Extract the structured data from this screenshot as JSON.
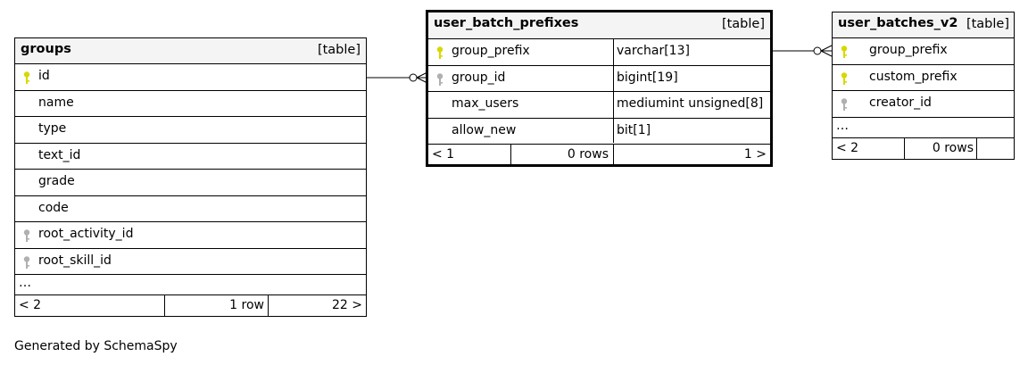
{
  "tables": {
    "groups": {
      "name": "groups",
      "kind": "[table]",
      "columns": [
        {
          "name": "id",
          "key": "primary-key-icon"
        },
        {
          "name": "name",
          "key": ""
        },
        {
          "name": "type",
          "key": ""
        },
        {
          "name": "text_id",
          "key": ""
        },
        {
          "name": "grade",
          "key": ""
        },
        {
          "name": "code",
          "key": ""
        },
        {
          "name": "root_activity_id",
          "key": "foreign-key-icon"
        },
        {
          "name": "root_skill_id",
          "key": "foreign-key-icon"
        }
      ],
      "ellipsis": "…",
      "footer": {
        "parents": "< 2",
        "rows": "1 row",
        "children": "22 >"
      }
    },
    "user_batch_prefixes": {
      "name": "user_batch_prefixes",
      "kind": "[table]",
      "columns": [
        {
          "name": "group_prefix",
          "type": "varchar[13]",
          "key": "primary-key-icon"
        },
        {
          "name": "group_id",
          "type": "bigint[19]",
          "key": "foreign-key-icon"
        },
        {
          "name": "max_users",
          "type": "mediumint unsigned[8]",
          "key": ""
        },
        {
          "name": "allow_new",
          "type": "bit[1]",
          "key": ""
        }
      ],
      "footer": {
        "parents": "< 1",
        "rows": "0 rows",
        "children": "1 >"
      }
    },
    "user_batches_v2": {
      "name": "user_batches_v2",
      "kind": "[table]",
      "columns": [
        {
          "name": "group_prefix",
          "key": "primary-key-icon"
        },
        {
          "name": "custom_prefix",
          "key": "primary-key-icon"
        },
        {
          "name": "creator_id",
          "key": "foreign-key-icon"
        }
      ],
      "ellipsis": "…",
      "footer": {
        "parents": "< 2",
        "rows": "0 rows",
        "children": ""
      }
    }
  },
  "colors": {
    "primary_key": "#d8d800",
    "foreign_key": "#b0b0b0",
    "header_bg": "#f4f4f4"
  },
  "footer_text": "Generated by SchemaSpy"
}
